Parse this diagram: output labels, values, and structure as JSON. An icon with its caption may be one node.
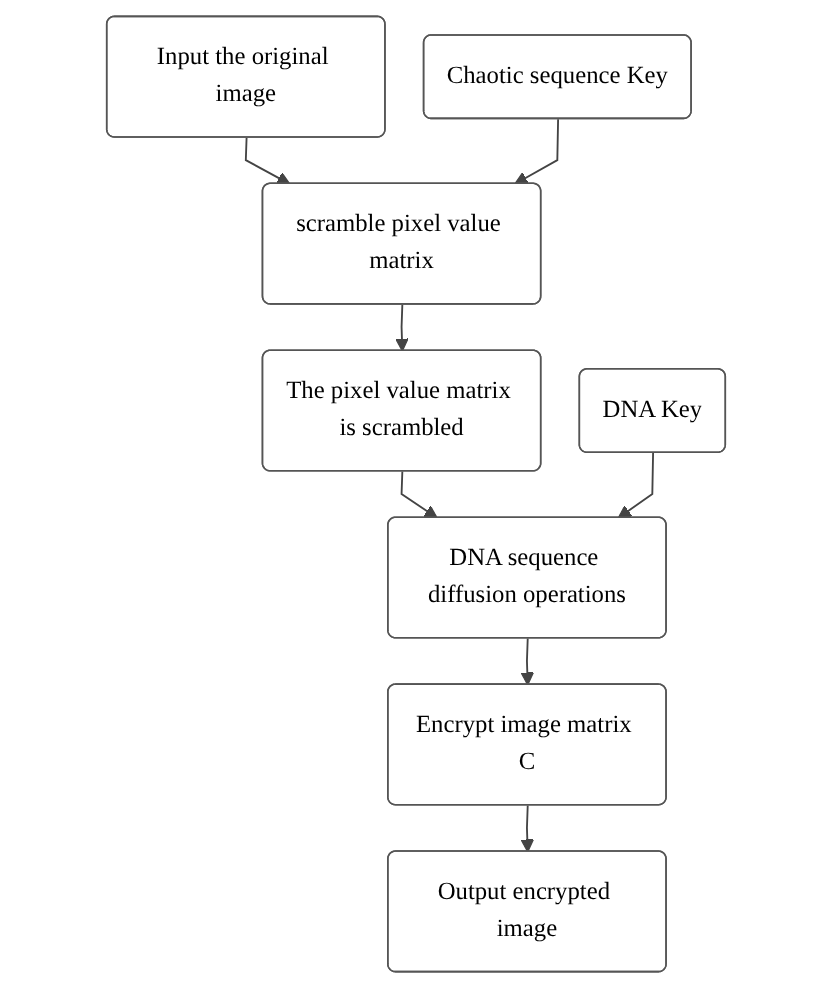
{
  "diagram": {
    "nodes": [
      {
        "text": [
          "Input the original image"
        ]
      },
      {
        "text": [
          "Chaotic sequence Key"
        ]
      },
      {
        "text": [
          "scramble pixel value matrix"
        ]
      },
      {
        "text": [
          "The pixel value matrix is scrambled"
        ]
      },
      {
        "text": [
          "DNA Key"
        ]
      },
      {
        "text": [
          "DNA sequence diffusion operations"
        ]
      },
      {
        "text": [
          "Encrypt image matrix C"
        ]
      },
      {
        "text": [
          "Output encrypted image"
        ]
      }
    ],
    "edges": [
      {
        "from": 0,
        "to": 2,
        "arrow": "to"
      },
      {
        "from": 1,
        "to": 2,
        "arrow": "to"
      },
      {
        "from": 2,
        "to": 3,
        "arrow": "to"
      },
      {
        "from": 3,
        "to": 5,
        "arrow": "to"
      },
      {
        "from": 4,
        "to": 5,
        "arrow": "to"
      },
      {
        "from": 5,
        "to": 6,
        "arrow": "to"
      },
      {
        "from": 6,
        "to": 7,
        "arrow": "to"
      }
    ]
  }
}
